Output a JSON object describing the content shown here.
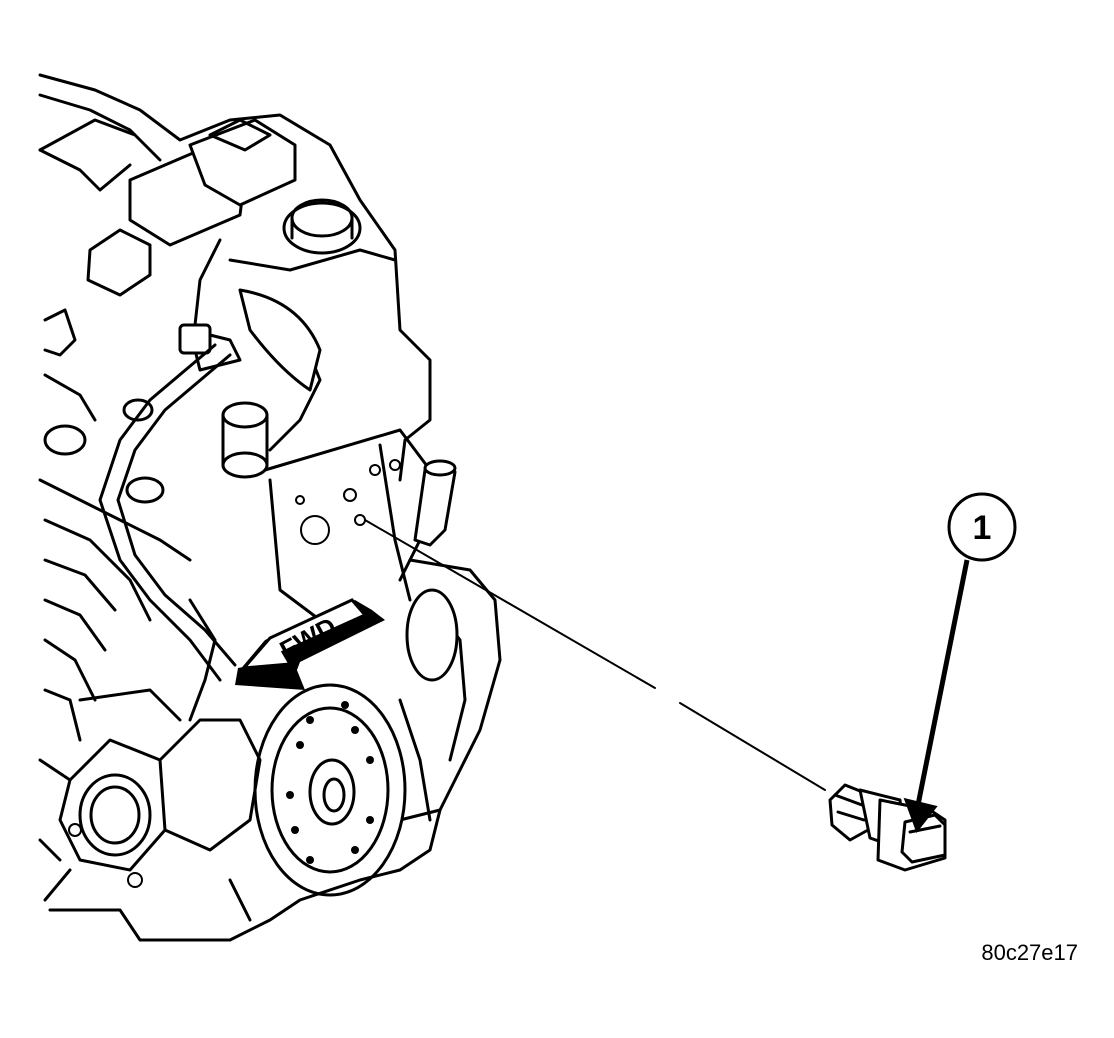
{
  "figure": {
    "callout_number": "1",
    "fwd_label": "FWD",
    "figure_id": "80c27e17"
  },
  "icons": {
    "engine": "engine-block-illustration",
    "sensor": "oil-pressure-sensor-illustration",
    "arrow": "forward-direction-arrow"
  }
}
